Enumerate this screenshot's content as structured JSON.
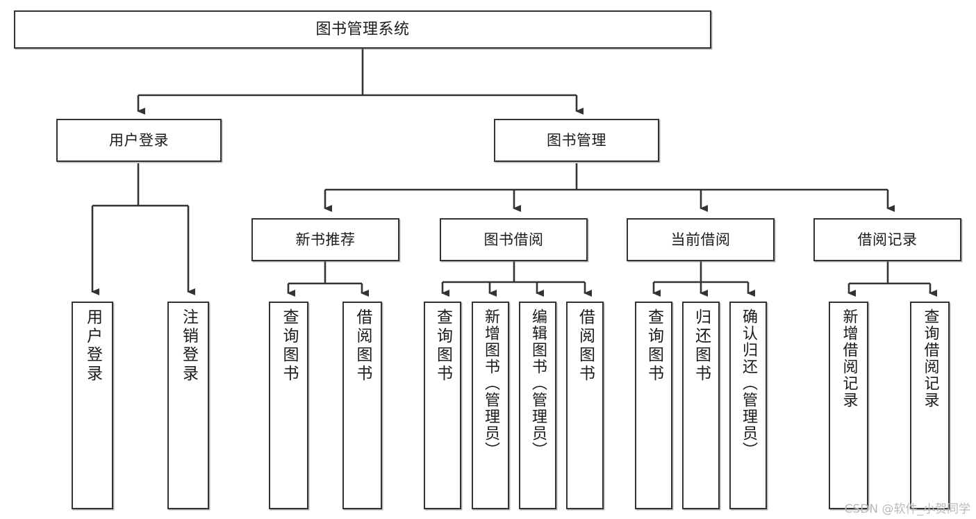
{
  "diagram": {
    "type": "tree",
    "title": "图书管理系统",
    "root": {
      "label": "图书管理系统"
    },
    "level1": [
      {
        "label": "用户登录"
      },
      {
        "label": "图书管理"
      }
    ],
    "level2": [
      {
        "label": "新书推荐",
        "parent": "图书管理"
      },
      {
        "label": "图书借阅",
        "parent": "图书管理"
      },
      {
        "label": "当前借阅",
        "parent": "图书管理"
      },
      {
        "label": "借阅记录",
        "parent": "图书管理"
      }
    ],
    "leaves": {
      "user_login": [
        {
          "label": "用户登录"
        },
        {
          "label": "注销登录"
        }
      ],
      "new_book": [
        {
          "label": "查询图书"
        },
        {
          "label": "借阅图书"
        }
      ],
      "book_borrow": [
        {
          "label": "查询图书"
        },
        {
          "label": "新增图书（管理员）"
        },
        {
          "label": "编辑图书（管理员）"
        },
        {
          "label": "借阅图书"
        }
      ],
      "current_borrow": [
        {
          "label": "查询图书"
        },
        {
          "label": "归还图书"
        },
        {
          "label": "确认归还（管理员）"
        }
      ],
      "borrow_record": [
        {
          "label": "新增借阅记录"
        },
        {
          "label": "查询借阅记录"
        }
      ]
    }
  },
  "watermark": {
    "text": "CSDN @软件_小贺同学"
  },
  "colors": {
    "border": "#333333",
    "background": "#ffffff",
    "text": "#1a1a1a",
    "watermark": "#b9b9b9"
  }
}
